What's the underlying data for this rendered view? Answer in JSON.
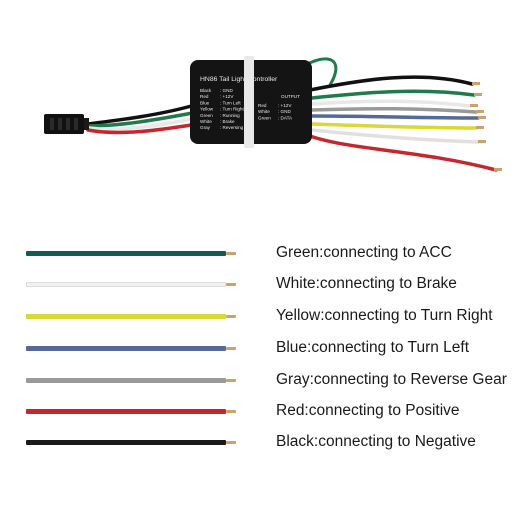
{
  "controller": {
    "title": "HN86 Tail Light Controller",
    "input_pins": [
      {
        "color": "Black",
        "sep": ":",
        "function": "GND"
      },
      {
        "color": "Red",
        "sep": ":",
        "function": "+12V"
      },
      {
        "color": "Blue",
        "sep": ":",
        "function": "Turn Left"
      },
      {
        "color": "Yellow",
        "sep": ":",
        "function": "Turn Right"
      },
      {
        "color": "Green",
        "sep": ":",
        "function": "Running"
      },
      {
        "color": "White",
        "sep": ":",
        "function": "Brake"
      },
      {
        "color": "Gray",
        "sep": ":",
        "function": "Reversing"
      }
    ],
    "output_heading": "OUTPUT",
    "output_pins": [
      {
        "color": "Red",
        "sep": ":",
        "function": "+12V"
      },
      {
        "color": "White",
        "sep": ":",
        "function": "GND"
      },
      {
        "color": "Green",
        "sep": ":",
        "function": "DATA"
      }
    ]
  },
  "legend": [
    {
      "label": "Green:connecting to ACC",
      "wire_color": "#0f5d55"
    },
    {
      "label": "White:connecting to Brake",
      "wire_color": "#f2f2f2"
    },
    {
      "label": "Yellow:connecting to Turn Right",
      "wire_color": "#d9d934"
    },
    {
      "label": "Blue:connecting to Turn Left",
      "wire_color": "#556a99"
    },
    {
      "label": "Gray:connecting to Reverse Gear",
      "wire_color": "#9a9a9a"
    },
    {
      "label": "Red:connecting to Positive",
      "wire_color": "#c8262e"
    },
    {
      "label": "Black:connecting to Negative",
      "wire_color": "#1a1a1a"
    }
  ]
}
